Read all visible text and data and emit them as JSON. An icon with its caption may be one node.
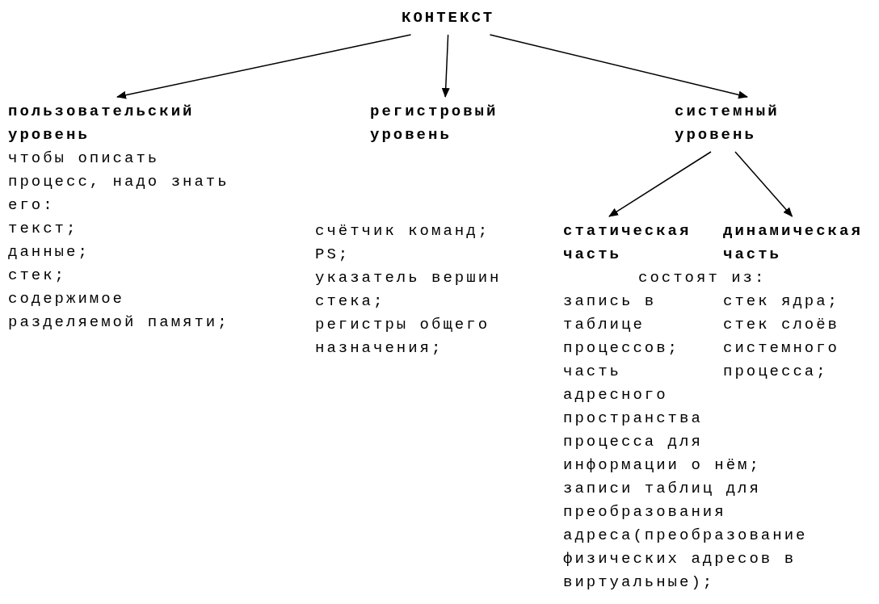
{
  "diagram": {
    "nodes": [
      {
        "text": [
          "КОНТЕКСТ"
        ]
      },
      {
        "text": [
          "пользовательский уровень",
          "чтобы описать процесс, надо знать его:",
          "текст;",
          "данные;",
          "стек;",
          "содержимое разделяемой памяти;"
        ]
      },
      {
        "text": [
          "регистровый уровень",
          "счётчик команд;",
          "PS;",
          "указатель вершин стека;",
          "регистры общего назначения;"
        ]
      },
      {
        "text": [
          "системный уровень"
        ]
      },
      {
        "text": [
          "статическая часть",
          "запись в таблице процессов;",
          "часть адресного пространства процесса для информации о нём;",
          "записи таблиц для преобразования адреса(преобразование физических адресов в виртуальные);"
        ]
      },
      {
        "text": [
          "динамическая часть",
          "стек ядра;",
          "стек слоёв системного процесса;"
        ]
      }
    ],
    "edges": [
      {
        "from": 0,
        "to": 1,
        "arrow": "to"
      },
      {
        "from": 0,
        "to": 2,
        "arrow": "to"
      },
      {
        "from": 0,
        "to": 3,
        "arrow": "to"
      },
      {
        "from": 3,
        "to": 4,
        "arrow": "to"
      },
      {
        "from": 3,
        "to": 5,
        "arrow": "to"
      }
    ],
    "labels": [
      "состоят из:"
    ]
  }
}
